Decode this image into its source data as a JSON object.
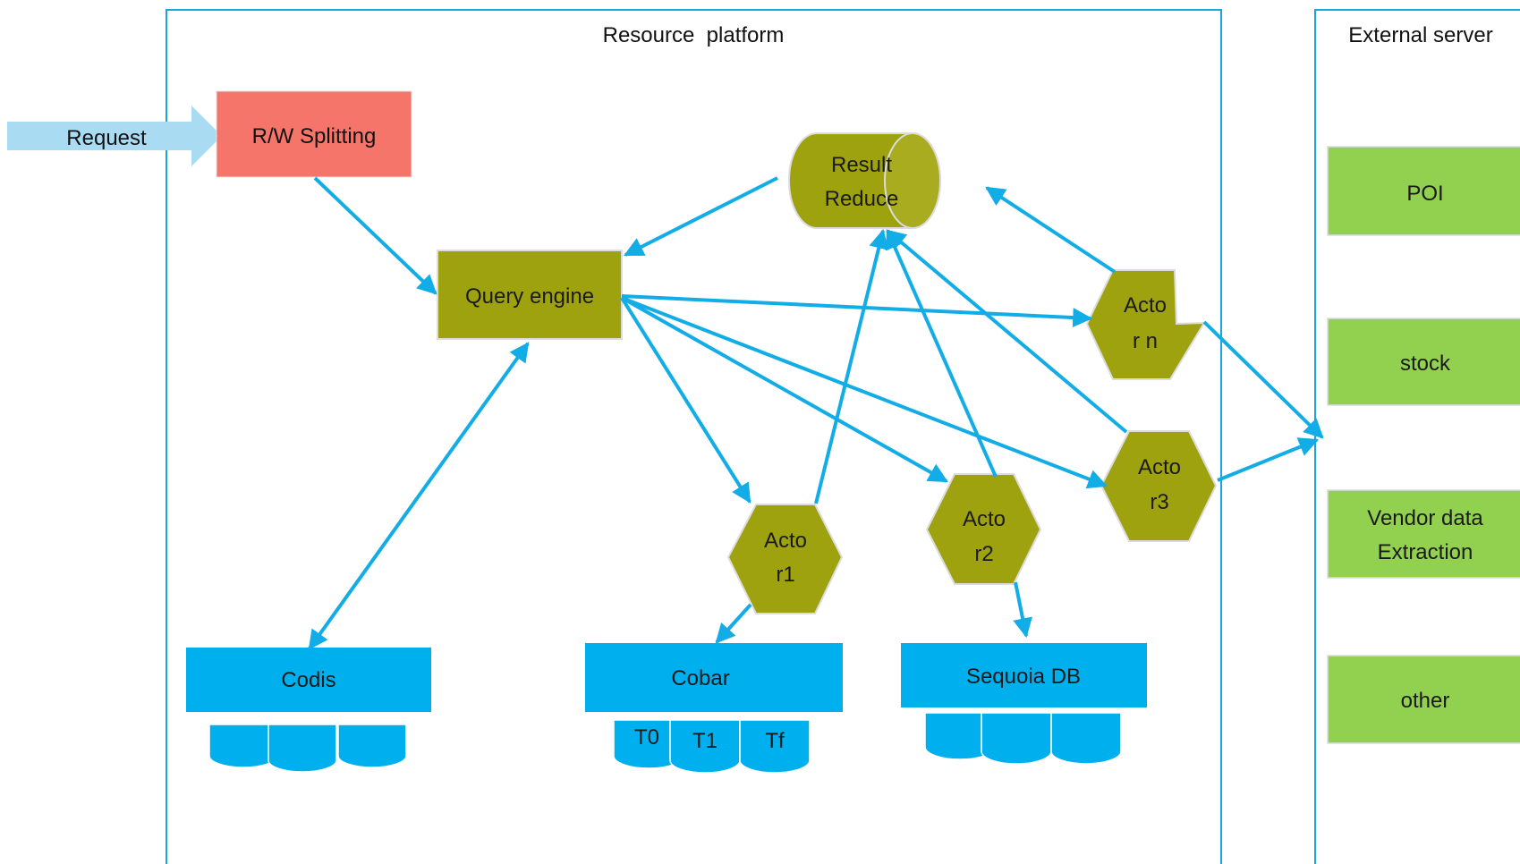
{
  "colors": {
    "panel_border": "#1aa5df",
    "connector": "#12ade6",
    "olive": "#9fa20f",
    "olive_dark": "#7f8208",
    "blue": "#00b0ee",
    "green": "#92d050",
    "salmon": "#f6756a",
    "request_arrow": "#a9dcf3"
  },
  "panels": {
    "resource": {
      "title": "Resource  platform"
    },
    "external": {
      "title": "External server"
    }
  },
  "request": {
    "label": "Request",
    "arrow_icon": "request-arrow-icon"
  },
  "rw_splitting": {
    "label": "R/W Splitting"
  },
  "query_engine": {
    "label": "Query engine"
  },
  "result_reduce": {
    "line1": "Result",
    "line2": "Reduce",
    "icon": "cylinder-icon"
  },
  "actors": [
    {
      "id": "rn",
      "line1": "Acto",
      "line2": "r n"
    },
    {
      "id": "r3",
      "line1": "Acto",
      "line2": "r3"
    },
    {
      "id": "r2",
      "line1": "Acto",
      "line2": "r2"
    },
    {
      "id": "r1",
      "line1": "Acto",
      "line2": "r1"
    }
  ],
  "databases": {
    "codis": {
      "label": "Codis",
      "disk_labels": [
        "",
        "",
        ""
      ]
    },
    "cobar": {
      "label": "Cobar",
      "disk_labels": [
        "T0",
        "T1",
        "Tf"
      ]
    },
    "sequoia": {
      "label": "Sequoia DB",
      "disk_labels": [
        "",
        "",
        ""
      ]
    }
  },
  "external_services": [
    {
      "line1": "POI",
      "line2": ""
    },
    {
      "line1": "stock",
      "line2": ""
    },
    {
      "line1": "Vendor data",
      "line2": "Extraction"
    },
    {
      "line1": "other",
      "line2": ""
    }
  ]
}
